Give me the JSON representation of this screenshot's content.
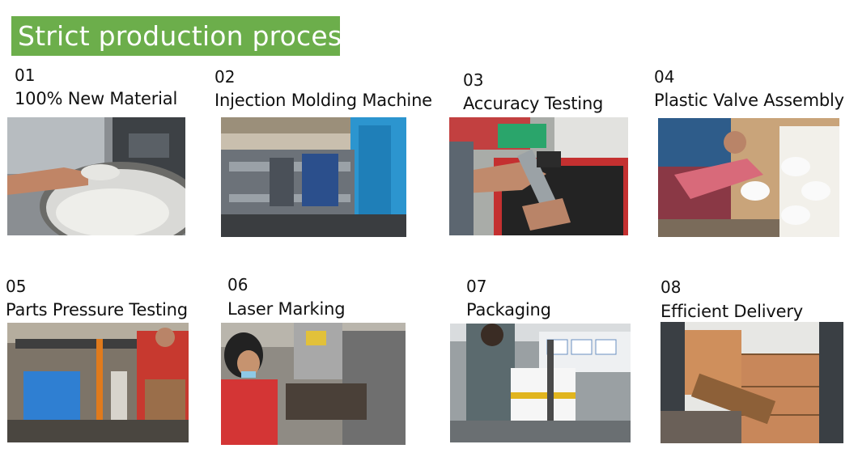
{
  "title": "Strict production process",
  "steps": [
    {
      "number": "01",
      "label": "100% New Material",
      "image": "plastic-pellets-photo"
    },
    {
      "number": "02",
      "label": "Injection Molding Machine",
      "image": "injection-machine-photo"
    },
    {
      "number": "03",
      "label": "Accuracy Testing",
      "image": "caliper-measuring-photo"
    },
    {
      "number": "04",
      "label": "Plastic Valve Assembly",
      "image": "valve-assembly-photo"
    },
    {
      "number": "05",
      "label": "Parts Pressure Testing",
      "image": "pressure-test-photo"
    },
    {
      "number": "06",
      "label": "Laser Marking",
      "image": "laser-marking-photo"
    },
    {
      "number": "07",
      "label": "Packaging",
      "image": "packaging-photo"
    },
    {
      "number": "08",
      "label": "Efficient Delivery",
      "image": "container-loading-photo"
    }
  ],
  "colors": {
    "title_bg": "#6cae4b",
    "title_text": "#ffffff"
  }
}
